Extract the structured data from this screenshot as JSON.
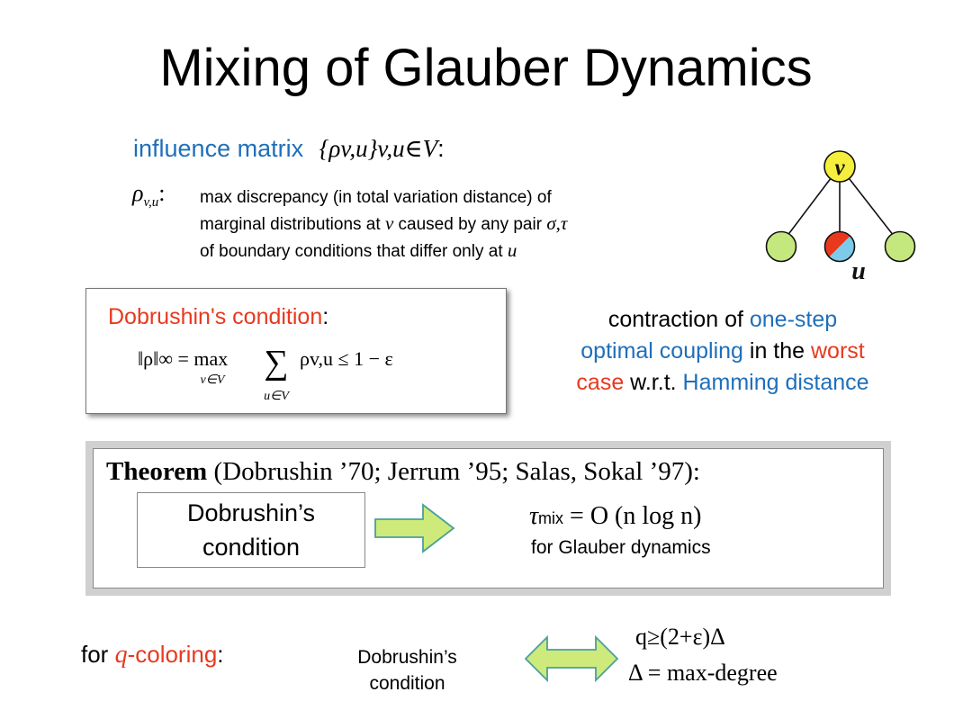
{
  "title": "Mixing of Glauber Dynamics",
  "influence": {
    "heading": "influence matrix",
    "matrix_math": "{ρv,u}v,u∈V",
    "colon": ":",
    "rho_symbol": "ρ",
    "rho_sub": "v,u",
    "rho_colon": ":",
    "line1": "max discrepancy (in total variation distance) of",
    "line2_pre": "marginal distributions at ",
    "line2_v": "v",
    "line2_post": " caused by any pair ",
    "line2_st": "σ,τ",
    "line3_pre": "of boundary conditions that differ only at ",
    "line3_u": "u"
  },
  "graph": {
    "center_label": "v",
    "child_label": "u",
    "colors": {
      "center": "#f5ee3c",
      "leaf": "#c5e87e",
      "half_red": "#e8391f",
      "half_blue": "#7ccbea"
    }
  },
  "dobrushin": {
    "label": "Dobrushin's condition",
    "colon": ":",
    "formula_lhs": "‖ρ‖∞ = max",
    "formula_max_sub": "v∈V",
    "formula_sum_sub": "u∈V",
    "formula_rhs": "ρv,u ≤ 1 − ε"
  },
  "contraction": {
    "t1": "contraction of ",
    "t2": "one-step",
    "t3": "optimal coupling",
    "t4": " in the ",
    "t5": "worst",
    "t6": "case",
    "t7": " w.r.t. ",
    "t8": "Hamming distance"
  },
  "theorem": {
    "bold": "Theorem",
    "refs": " (Dobrushin ’70;  Jerrum ’95;  Salas, Sokal ’97):",
    "cond_l1": "Dobrushin’s",
    "cond_l2": "condition",
    "tau": "τ",
    "tau_sub": "mix",
    "tau_rhs": " = O (n log n)",
    "for_glauber": "for Glauber dynamics"
  },
  "qcoloring": {
    "pre": "for ",
    "q": "q",
    "post": "-coloring",
    "colon": ":",
    "dob_l1": "Dobrushin’s",
    "dob_l2": "condition",
    "cond": "q≥(2+ε)Δ",
    "maxdeg": "Δ = max-degree"
  },
  "colors": {
    "blue": "#1f6fba",
    "red": "#e8391f",
    "arrow_fill": "#cdea7a",
    "arrow_stroke": "#4aa09a"
  }
}
